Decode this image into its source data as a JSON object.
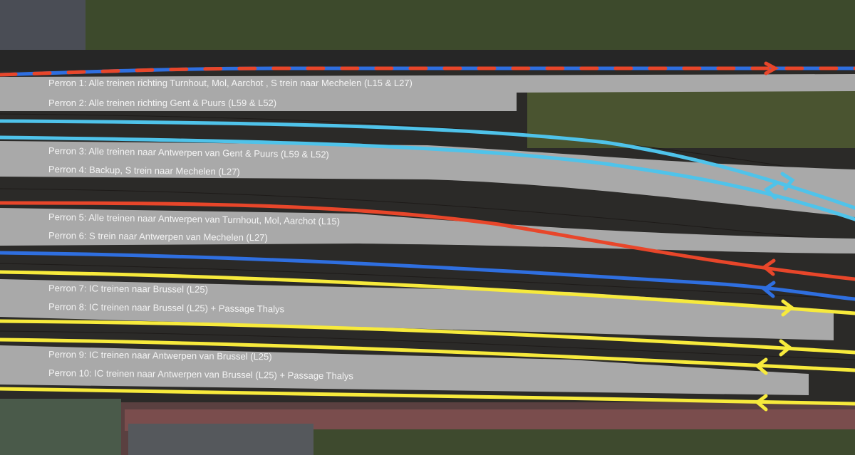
{
  "colors": {
    "platform": "#a9a9a9",
    "line_blue": "#2f6fe0",
    "line_red": "#e8462a",
    "line_light_blue": "#4fc3ea",
    "line_yellow": "#f7ea3c",
    "vegetation": "#3f4f2a",
    "track": "#3a332e",
    "road": "#7a4a4a"
  },
  "platforms": [
    {
      "label": "Perron 1: Alle treinen richting Turnhout, Mol, Aarchot , S trein naar Mechelen (L15 & L27)"
    },
    {
      "label": "Perron 2: Alle treinen richting Gent  & Puurs (L59 & L52)"
    },
    {
      "label": "Perron 3: Alle treinen naar Antwerpen van Gent  & Puurs (L59 & L52)"
    },
    {
      "label": "Perron 4: Backup, S trein naar Mechelen (L27)"
    },
    {
      "label": "Perron 5: Alle treinen naar Antwerpen van Turnhout, Mol, Aarchot (L15)"
    },
    {
      "label": "Perron 6: S trein naar Antwerpen van Mechelen (L27)"
    },
    {
      "label": "Perron 7: IC treinen naar Brussel (L25)"
    },
    {
      "label": "Perron 8: IC treinen naar Brussel (L25) + Passage Thalys"
    },
    {
      "label": "Perron 9: IC treinen naar Antwerpen van Brussel (L25)"
    },
    {
      "label": "Perron 10: IC treinen naar Antwerpen van Brussel (L25) + Passage Thalys"
    }
  ]
}
